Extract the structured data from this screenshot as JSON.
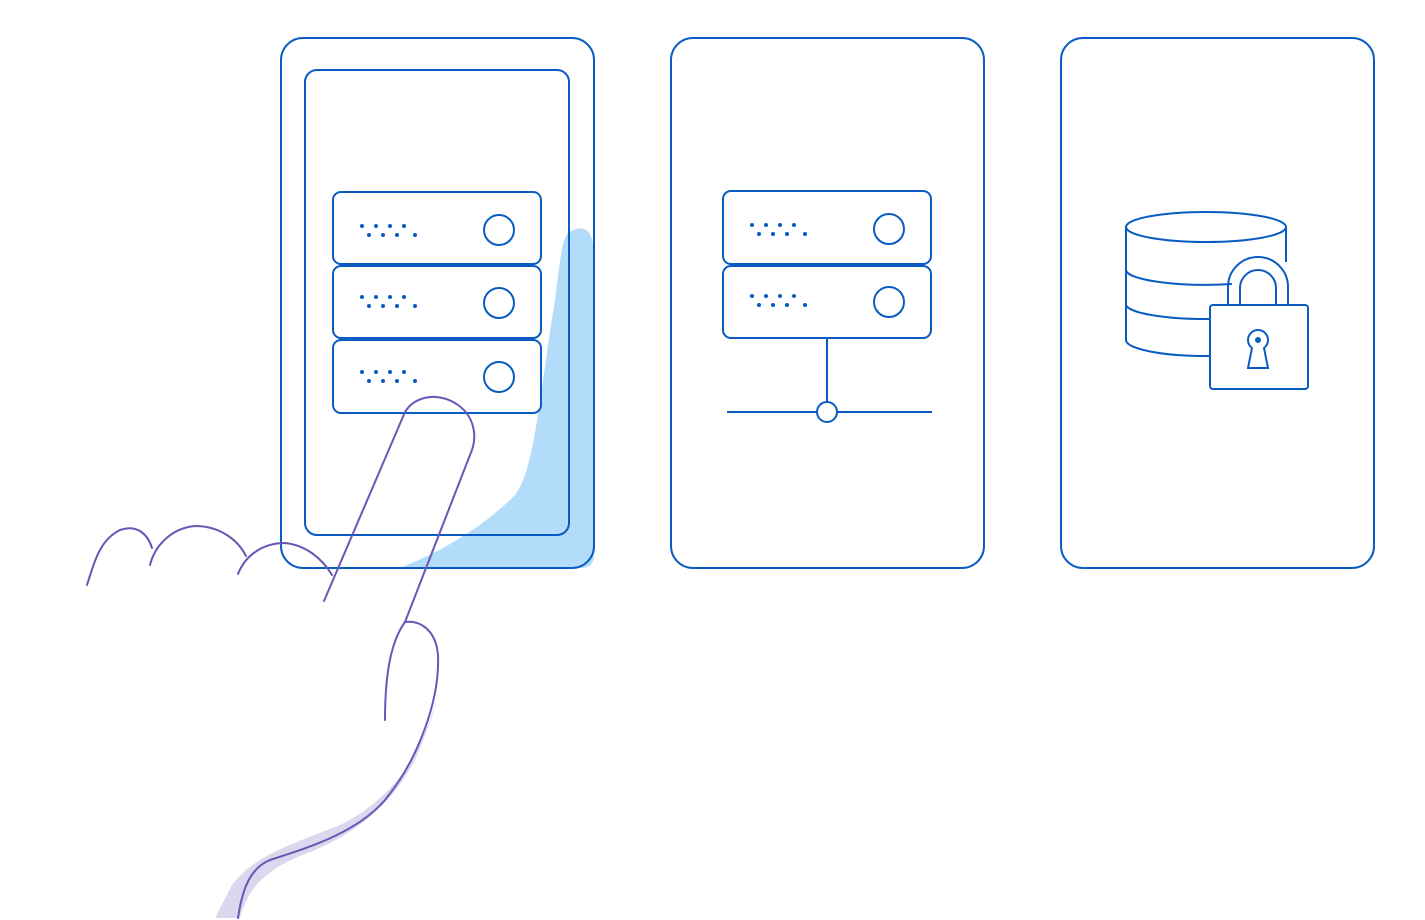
{
  "colors": {
    "background": "#ffffff",
    "card_stroke": "#0a5cc2",
    "dot_fill": "#0a5cc2",
    "highlight_fill": "#b3dcfb",
    "hand_stroke": "#6b55b6",
    "hand_shadow": "#d9d8ee"
  },
  "cards": [
    {
      "id": "server-rack",
      "icon": "server-rack-icon",
      "selected": true,
      "units": 3
    },
    {
      "id": "network-server",
      "icon": "network-server-icon",
      "selected": false,
      "units": 2
    },
    {
      "id": "secure-database",
      "icon": "database-lock-icon",
      "selected": false
    }
  ],
  "hand": {
    "icon": "pointing-hand-icon",
    "target": "server-rack"
  }
}
